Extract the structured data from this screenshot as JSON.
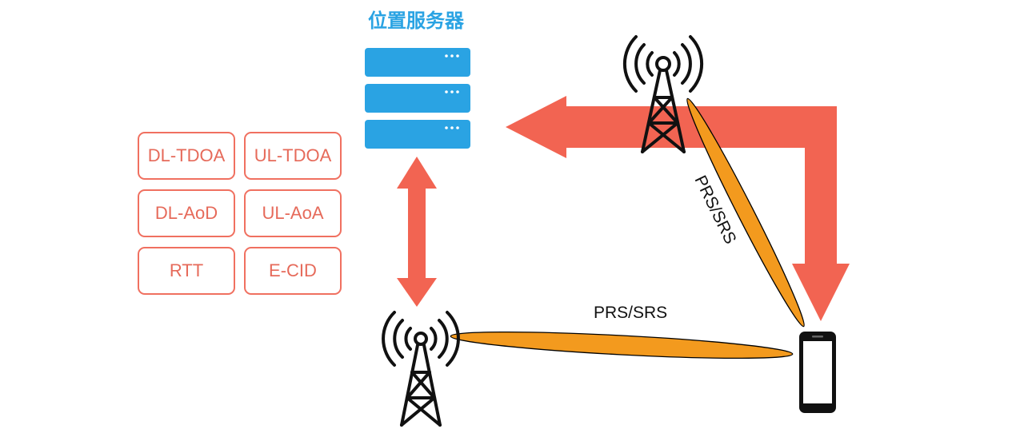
{
  "server": {
    "title": "位置服务器"
  },
  "methods": [
    {
      "label": "DL-TDOA"
    },
    {
      "label": "UL-TDOA"
    },
    {
      "label": "DL-AoD"
    },
    {
      "label": "UL-AoA"
    },
    {
      "label": "RTT"
    },
    {
      "label": "E-CID"
    }
  ],
  "links": {
    "bottom_label": "PRS/SRS",
    "diagonal_label": "PRS/SRS"
  },
  "colors": {
    "server_blue": "#2aa3e3",
    "arrow_red": "#f26452",
    "beam_orange": "#f39a1e",
    "box_border": "#f07060"
  },
  "icons": [
    "server-icon",
    "cell-tower-icon",
    "smartphone-icon",
    "double-arrow-icon",
    "bent-arrow-icon"
  ]
}
